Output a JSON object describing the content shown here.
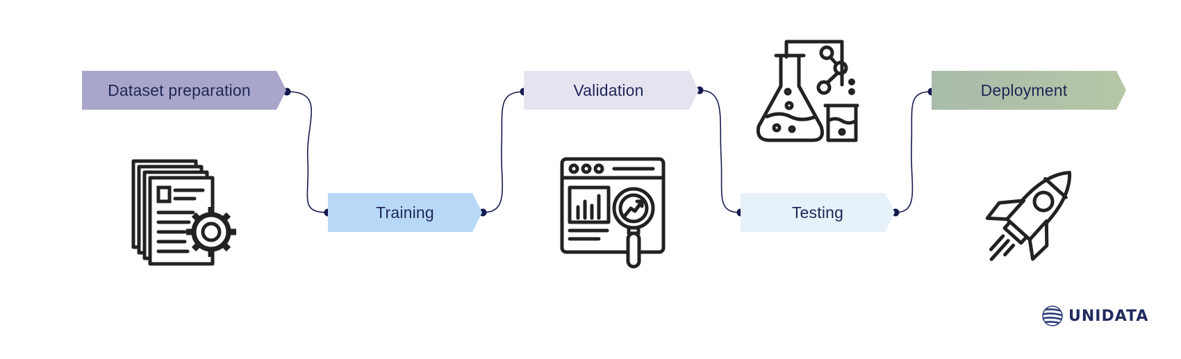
{
  "steps": {
    "dataset_preparation": "Dataset preparation",
    "training": "Training",
    "validation": "Validation",
    "testing": "Testing",
    "deployment": "Deployment"
  },
  "colors": {
    "dataset_preparation": "#a9a6cb",
    "training": "#b7d9f7",
    "validation": "#e6e3f1",
    "testing": "#e7f1fa",
    "deployment_left": "#a9bbaa",
    "deployment_right": "#b5c7a6",
    "connector": "#141a4d",
    "icon_stroke": "#222222",
    "text": "#1e2656"
  },
  "icons": [
    "documents-gear-icon",
    "analytics-magnifier-icon",
    "lab-flasks-icon",
    "rocket-icon",
    "unidata-logo-icon"
  ],
  "brand": {
    "name": "UNIDATA"
  }
}
